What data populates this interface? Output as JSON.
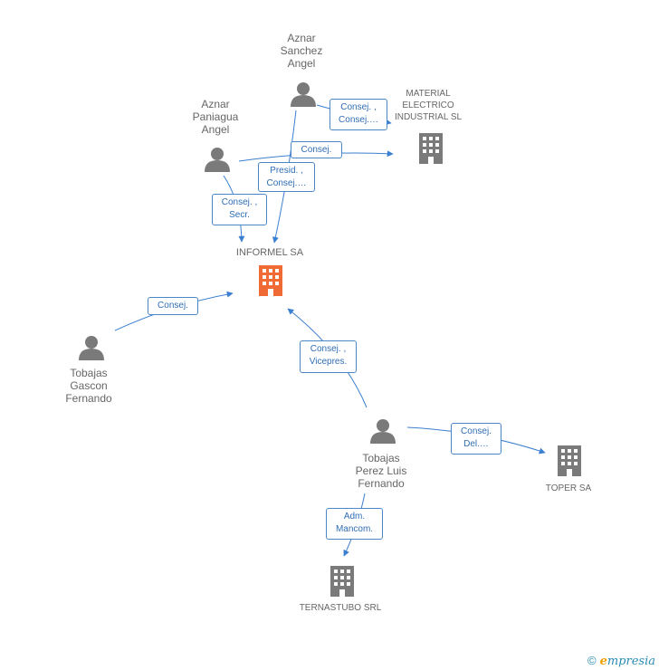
{
  "colors": {
    "edge": "#3b7fd0",
    "person": "#7a7a7a",
    "company": "#7a7a7a",
    "focus_company": "#f06a35"
  },
  "nodes": {
    "aznar_sanchez_angel": {
      "label": "Aznar\nSanchez\nAngel",
      "icon": "person-icon"
    },
    "aznar_paniagua_angel": {
      "label": "Aznar\nPaniagua\nAngel",
      "icon": "person-icon"
    },
    "material_electrico": {
      "label": "MATERIAL\nELECTRICO\nINDUSTRIAL SL",
      "icon": "building-icon"
    },
    "informel_sa": {
      "label": "INFORMEL SA",
      "icon": "building-icon"
    },
    "tobajas_gascon_fernando": {
      "label": "Tobajas\nGascon\nFernando",
      "icon": "person-icon"
    },
    "tobajas_perez_luis_fernando": {
      "label": "Tobajas\nPerez Luis\nFernando",
      "icon": "person-icon"
    },
    "toper_sa": {
      "label": "TOPER SA",
      "icon": "building-icon"
    },
    "ternastubo_srl": {
      "label": "TERNASTUBO SRL",
      "icon": "building-icon"
    }
  },
  "edges": {
    "sanchez_to_material": "Consej. ,\nConsej.…",
    "paniagua_to_material": "Consej.",
    "sanchez_to_informel": "Presid. ,\nConsej.…",
    "paniagua_to_informel": "Consej. ,\nSecr.",
    "gascon_to_informel": "Consej.",
    "perez_to_informel": "Consej. ,\nVicepres.",
    "perez_to_toper": "Consej.\nDel.…",
    "perez_to_ternastubo": "Adm.\nMancom."
  },
  "footer": {
    "copyright": "©",
    "brand": "mpresia",
    "brand_initial": "e"
  }
}
